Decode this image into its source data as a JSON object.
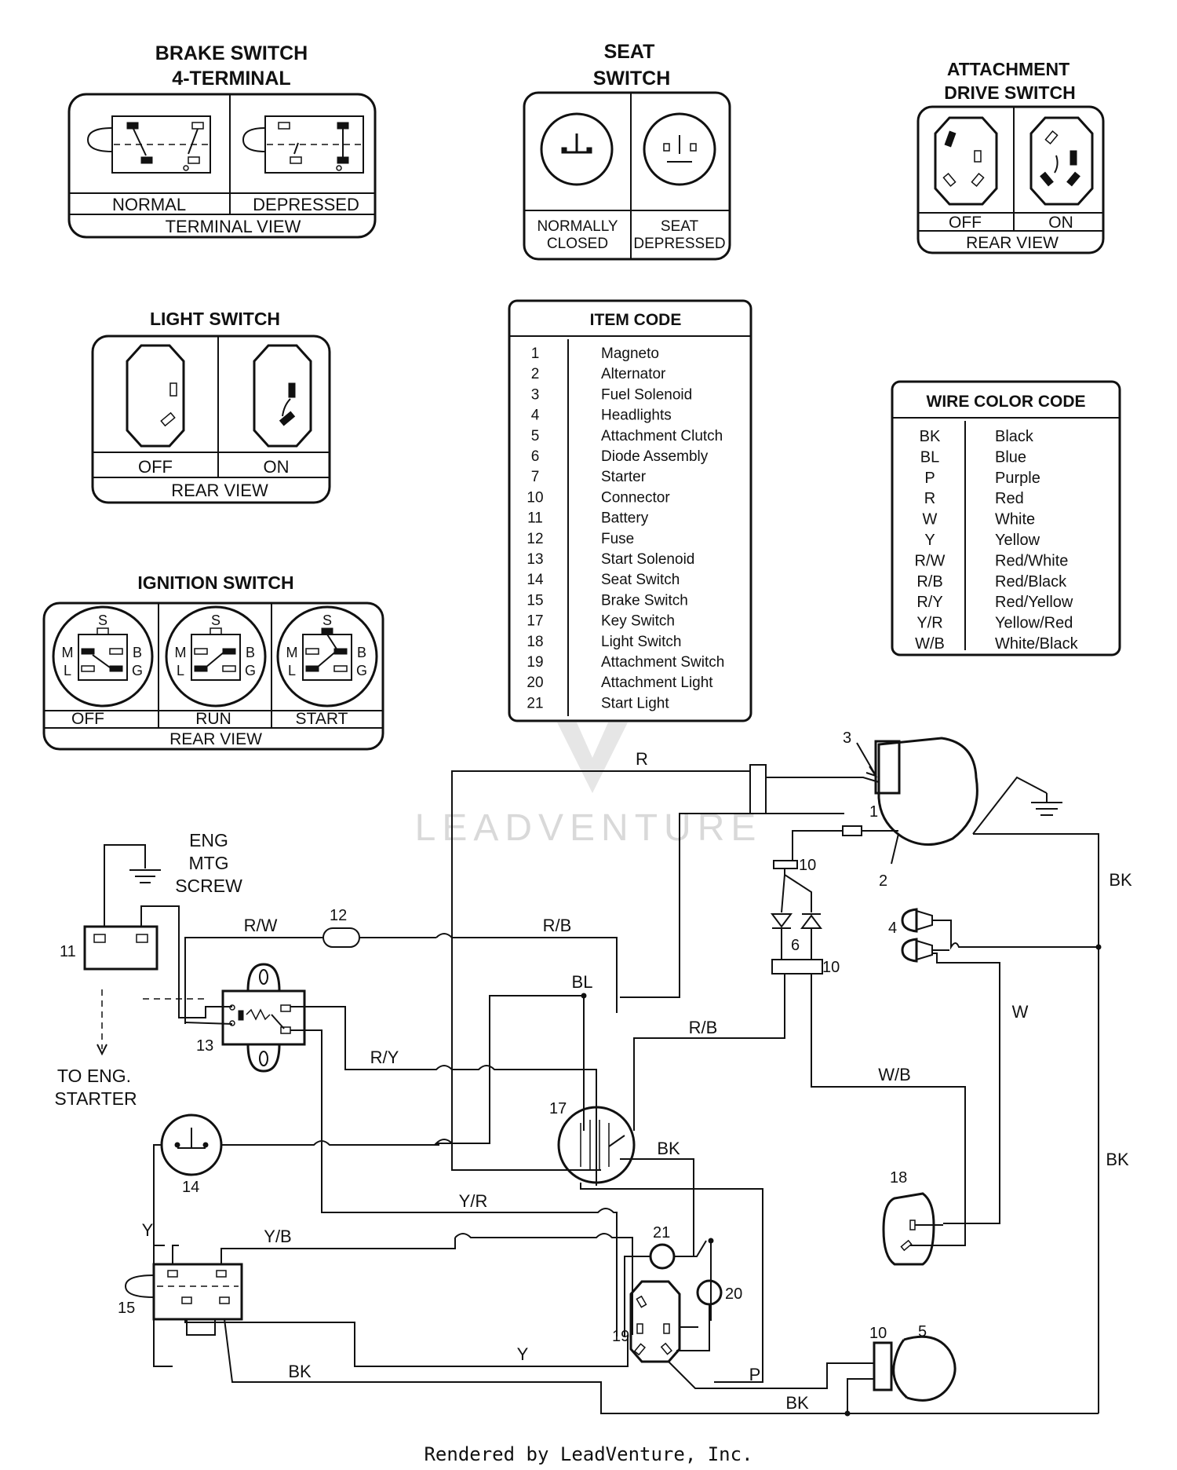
{
  "brake_switch": {
    "title_1": "BRAKE SWITCH",
    "title_2": "4-TERMINAL",
    "state_1": "NORMAL",
    "state_2": "DEPRESSED",
    "view": "TERMINAL VIEW"
  },
  "seat_switch": {
    "title_1": "SEAT",
    "title_2": "SWITCH",
    "state_1a": "NORMALLY",
    "state_1b": "CLOSED",
    "state_2a": "SEAT",
    "state_2b": "DEPRESSED"
  },
  "attachment_switch": {
    "title_1": "ATTACHMENT",
    "title_2": "DRIVE SWITCH",
    "state_1": "OFF",
    "state_2": "ON",
    "view": "REAR VIEW"
  },
  "light_switch": {
    "title": "LIGHT SWITCH",
    "state_1": "OFF",
    "state_2": "ON",
    "view": "REAR VIEW"
  },
  "ignition_switch": {
    "title": "IGNITION SWITCH",
    "state_1": "OFF",
    "state_2": "RUN",
    "state_3": "START",
    "view": "REAR VIEW",
    "terminals": {
      "s": "S",
      "m": "M",
      "l": "L",
      "b": "B",
      "g": "G"
    }
  },
  "item_code": {
    "title": "ITEM CODE",
    "items": [
      {
        "num": "1",
        "name": "Magneto"
      },
      {
        "num": "2",
        "name": "Alternator"
      },
      {
        "num": "3",
        "name": "Fuel Solenoid"
      },
      {
        "num": "4",
        "name": "Headlights"
      },
      {
        "num": "5",
        "name": "Attachment Clutch"
      },
      {
        "num": "6",
        "name": "Diode Assembly"
      },
      {
        "num": "7",
        "name": "Starter"
      },
      {
        "num": "10",
        "name": "Connector"
      },
      {
        "num": "11",
        "name": "Battery"
      },
      {
        "num": "12",
        "name": "Fuse"
      },
      {
        "num": "13",
        "name": "Start Solenoid"
      },
      {
        "num": "14",
        "name": "Seat Switch"
      },
      {
        "num": "15",
        "name": "Brake Switch"
      },
      {
        "num": "17",
        "name": "Key Switch"
      },
      {
        "num": "18",
        "name": "Light Switch"
      },
      {
        "num": "19",
        "name": "Attachment Switch"
      },
      {
        "num": "20",
        "name": "Attachment Light"
      },
      {
        "num": "21",
        "name": "Start Light"
      }
    ]
  },
  "wire_color_code": {
    "title": "WIRE COLOR CODE",
    "items": [
      {
        "code": "BK",
        "color": "Black"
      },
      {
        "code": "BL",
        "color": "Blue"
      },
      {
        "code": "P",
        "color": "Purple"
      },
      {
        "code": "R",
        "color": "Red"
      },
      {
        "code": "W",
        "color": "White"
      },
      {
        "code": "Y",
        "color": "Yellow"
      },
      {
        "code": "R/W",
        "color": "Red/White"
      },
      {
        "code": "R/B",
        "color": "Red/Black"
      },
      {
        "code": "R/Y",
        "color": "Red/Yellow"
      },
      {
        "code": "Y/R",
        "color": "Yellow/Red"
      },
      {
        "code": "W/B",
        "color": "White/Black"
      }
    ]
  },
  "schematic": {
    "eng_1": "ENG",
    "eng_2": "MTG",
    "eng_3": "SCREW",
    "to_1": "TO ENG.",
    "to_2": "STARTER",
    "wires": {
      "r": "R",
      "rw": "R/W",
      "rb_1": "R/B",
      "rb_2": "R/B",
      "bl": "BL",
      "ry": "R/Y",
      "yr": "Y/R",
      "yb": "Y/B",
      "y_1": "Y",
      "y_2": "Y",
      "bk_1": "BK",
      "bk_2": "BK",
      "bk_3": "BK",
      "bk_4": "BK",
      "bk_5": "BK",
      "w": "W",
      "wb": "W/B",
      "p": "P"
    },
    "labels": {
      "c1": "1",
      "c2": "2",
      "c3": "3",
      "c4": "4",
      "c5": "5",
      "c6": "6",
      "c10a": "10",
      "c10b": "10",
      "c10c": "10",
      "c11": "11",
      "c12": "12",
      "c13": "13",
      "c14": "14",
      "c15": "15",
      "c17": "17",
      "c18": "18",
      "c19": "19",
      "c20": "20",
      "c21": "21"
    }
  },
  "watermark": "LEADVENTURE",
  "footer": "Rendered by LeadVenture, Inc."
}
